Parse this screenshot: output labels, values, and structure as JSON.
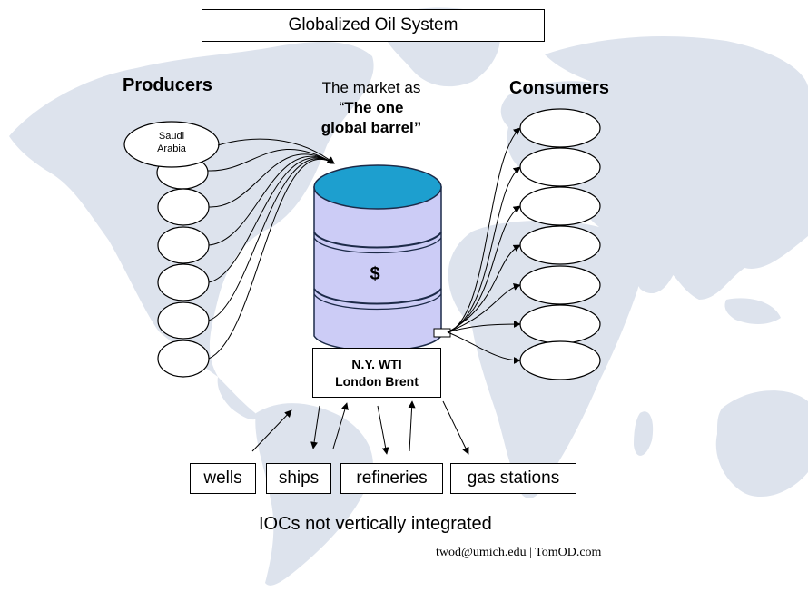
{
  "title": "Globalized Oil System",
  "producers_label": "Producers",
  "consumers_label": "Consumers",
  "market": {
    "line1": "The market as",
    "line2_prefix": "“",
    "line2_bold": "The one",
    "line3_bold": "global barrel”"
  },
  "barrel_symbol": "$",
  "saudi": {
    "line1": "Saudi",
    "line2": "Arabia"
  },
  "price": {
    "line1": "N.Y. WTI",
    "line2": "London Brent"
  },
  "bottom": {
    "wells": "wells",
    "ships": "ships",
    "refineries": "refineries",
    "gas_stations": "gas stations"
  },
  "caption": "IOCs not vertically integrated",
  "credit": "twod@umich.edu | TomOD.com",
  "colors": {
    "map": "#dde3ed",
    "barrel_body": "#ccccf6",
    "barrel_top": "#1d9fcf",
    "barrel_stroke": "#1c2a48"
  }
}
